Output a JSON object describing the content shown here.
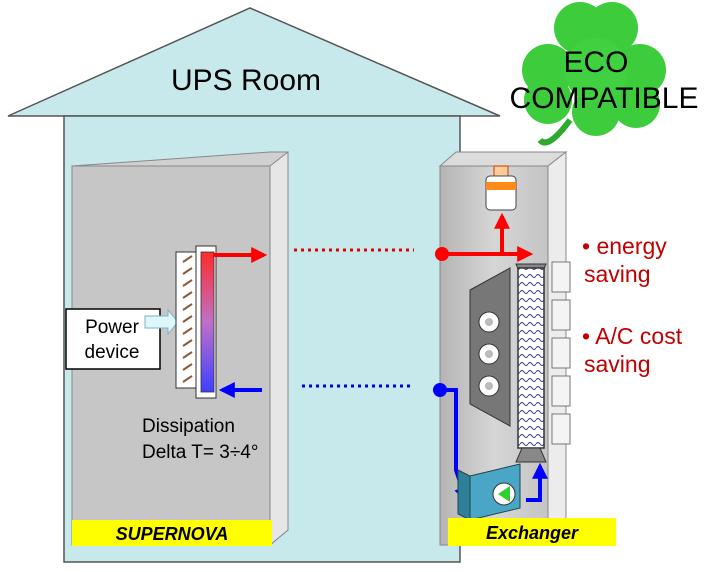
{
  "title": "UPS Room",
  "eco_label": [
    "ECO",
    "COMPATIBLE"
  ],
  "power_device_label": [
    "Power",
    "device"
  ],
  "dissipation_label": [
    "Dissipation",
    "Delta T= 3÷4°"
  ],
  "supernova_label": "SUPERNOVA",
  "exchanger_label": "Exchanger",
  "benefits": [
    [
      "• energy",
      "saving"
    ],
    [
      "• A/C cost",
      "saving"
    ]
  ],
  "colors": {
    "house_fill": "#c7e9ec",
    "cabinet_fill": "#c8c8c8",
    "hot_flow": "#ff0000",
    "cold_flow": "#0000ff",
    "label_bg": "#ffff00",
    "clover": "#33cc33",
    "benefit_text": "#c00000"
  },
  "icons": {
    "eco": "four-leaf-clover-icon",
    "expansion_tank": "expansion-tank-icon",
    "pump": "pump-icon",
    "fans": "fan-icon",
    "heat_exchanger": "heat-exchanger-coil-icon",
    "cold_plate": "cold-plate-icon"
  }
}
